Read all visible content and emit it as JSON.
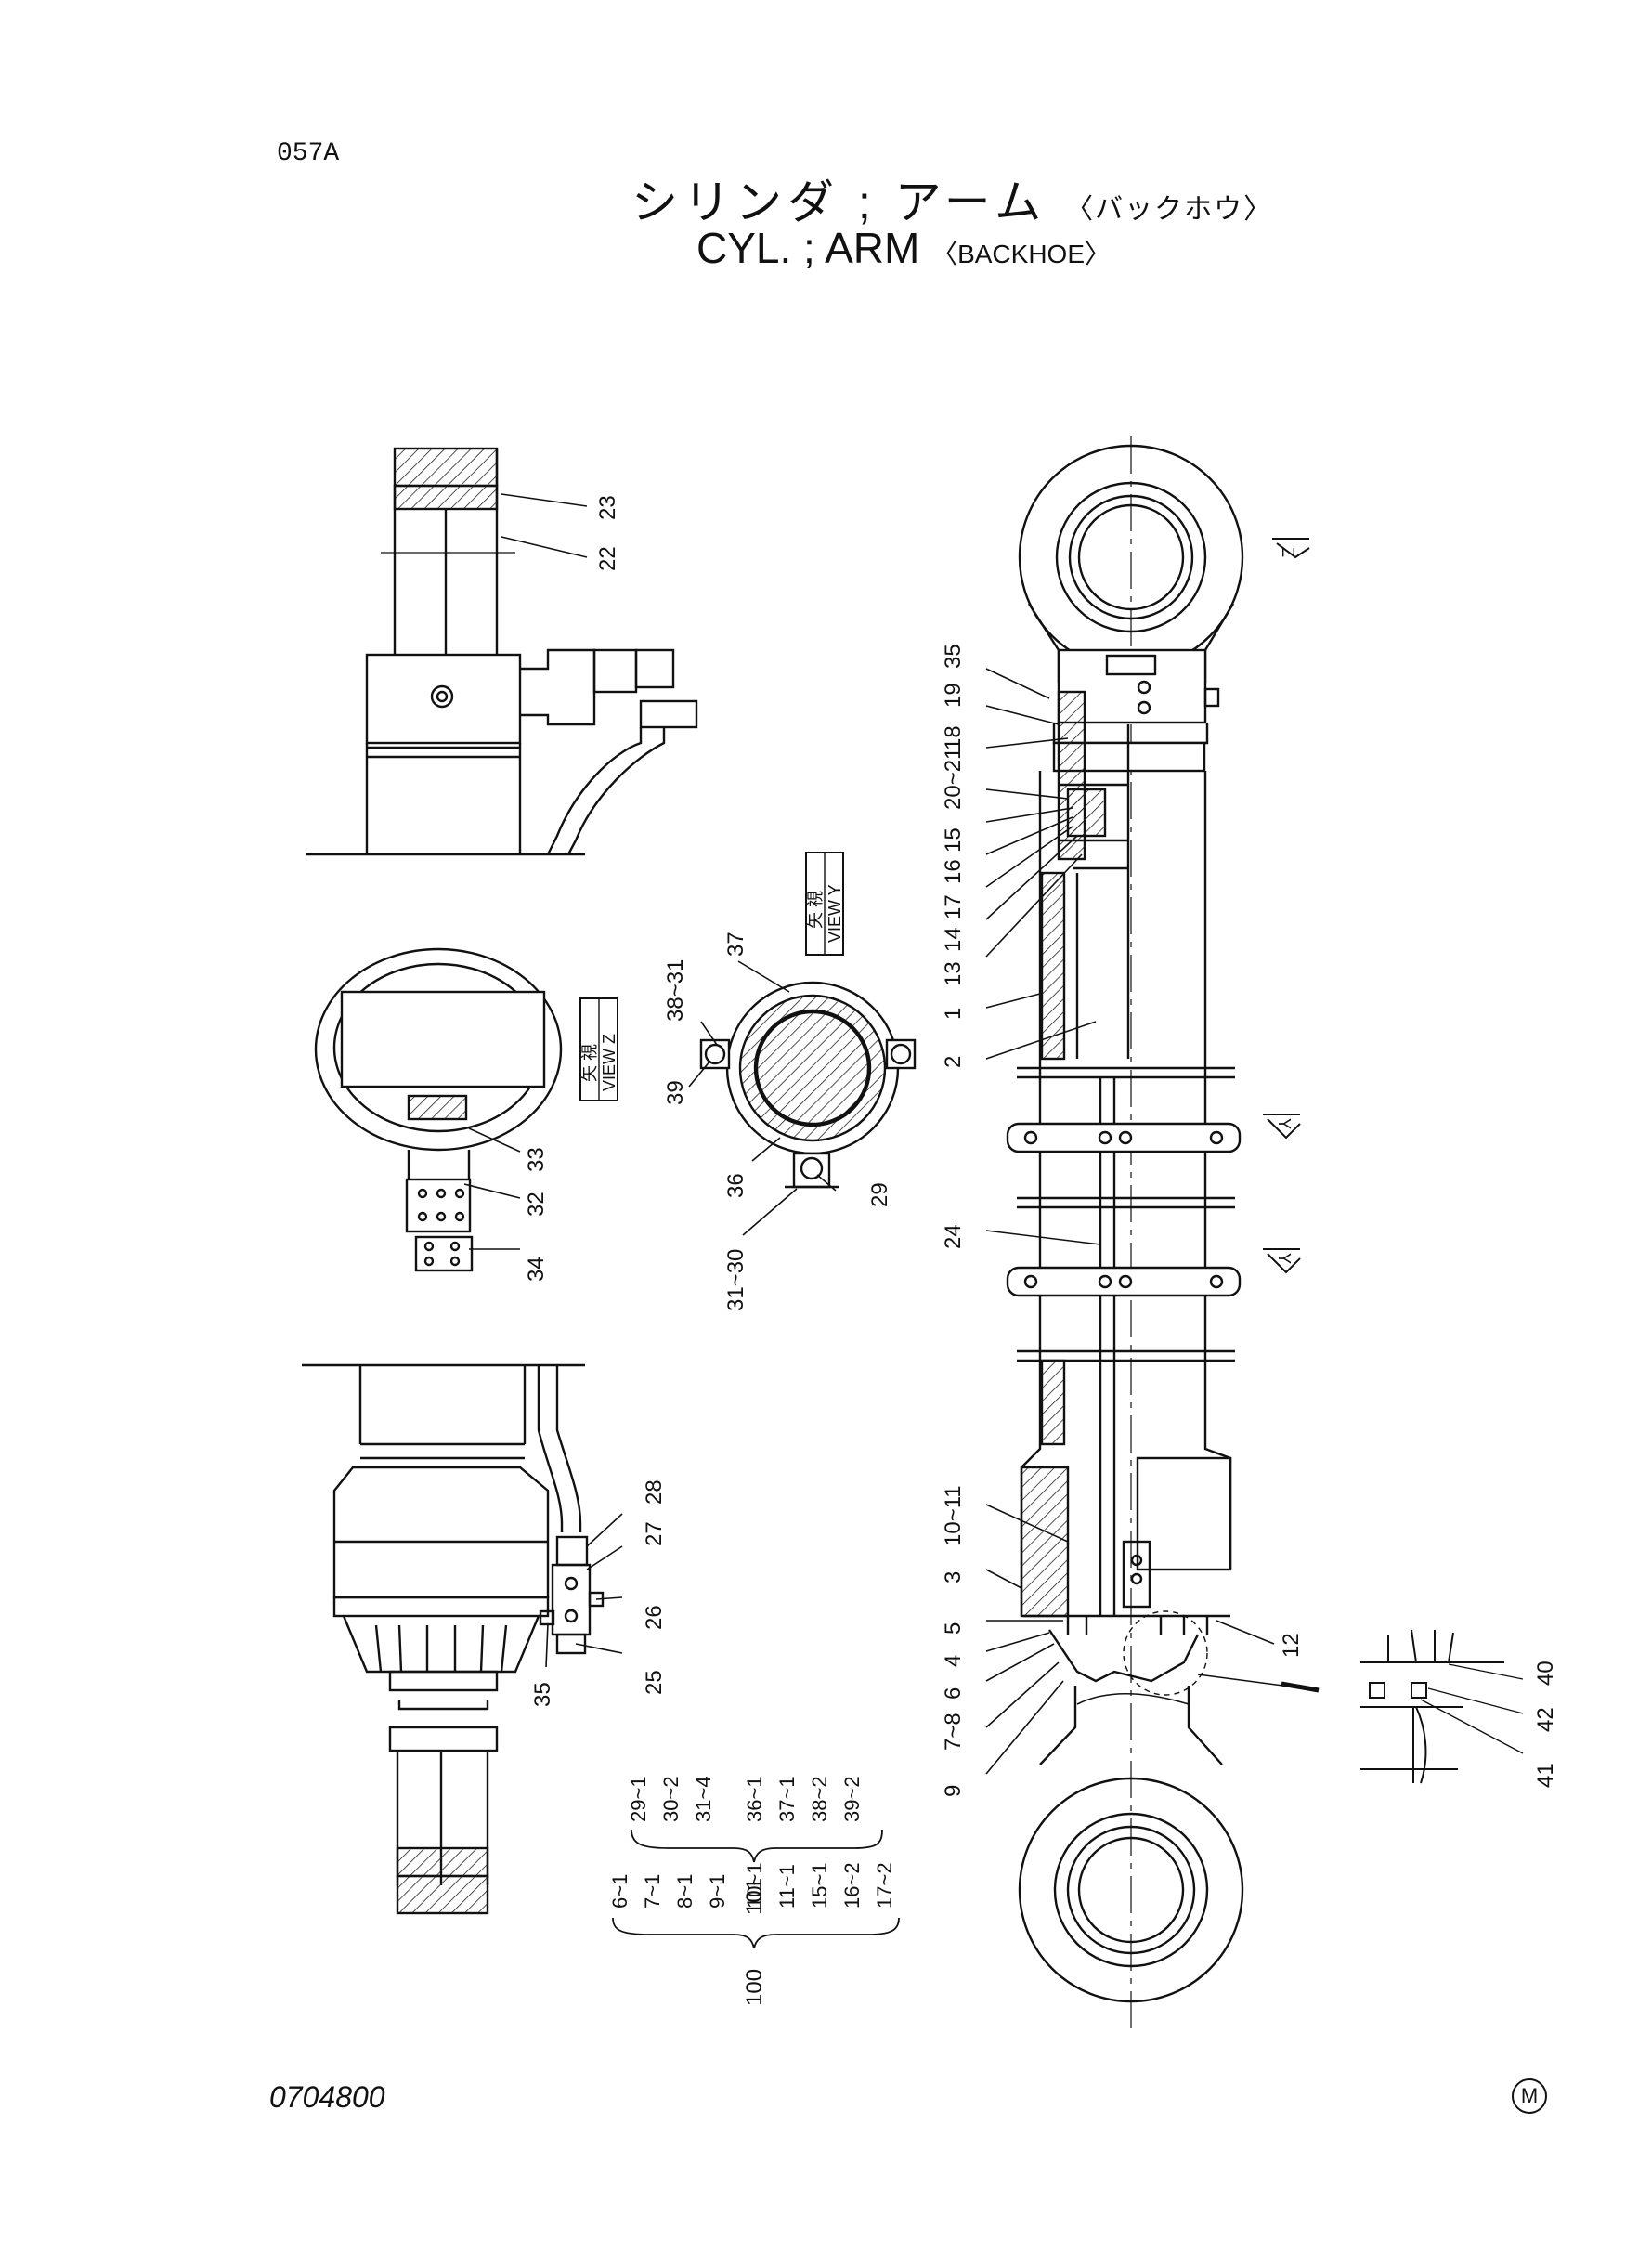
{
  "page_code": "057A",
  "title_jp": "シリンダ ; アーム",
  "title_jp_note": "〈バックホウ〉",
  "title_en": "CYL. ; ARM",
  "title_en_note": "〈BACKHOE〉",
  "drawing_number": "0704800",
  "mark": "M",
  "view_y": {
    "jp": "矢 視",
    "label": "VIEW  Y"
  },
  "view_z": {
    "jp": "矢 視",
    "label": "VIEW  Z"
  },
  "arrow_z": "Z",
  "arrow_y": "Y",
  "callouts": {
    "c23": "23",
    "c22": "22",
    "c35a": "35",
    "c19": "19",
    "c18": "18",
    "c20_21": "20~21",
    "c15": "15",
    "c16": "16",
    "c17": "17",
    "c14": "14",
    "c13": "13",
    "c1": "1",
    "c2": "2",
    "c37": "37",
    "c38_31": "38~31",
    "c39": "39",
    "c36": "36",
    "c29": "29",
    "c31_30": "31~30",
    "c33": "33",
    "c32": "32",
    "c34": "34",
    "c24": "24",
    "c10_11": "10~11",
    "c3": "3",
    "c5": "5",
    "c4": "4",
    "c6": "6",
    "c7_8": "7~8",
    "c9": "9",
    "c12": "12",
    "c40": "40",
    "c42": "42",
    "c41": "41",
    "c28": "28",
    "c27": "27",
    "c26": "26",
    "c25": "25",
    "c35b": "35"
  },
  "kit_101": {
    "label": "101",
    "items": [
      "29~1",
      "30~2",
      "31~4",
      "36~1",
      "37~1",
      "38~2",
      "39~2"
    ]
  },
  "kit_100": {
    "label": "100",
    "items": [
      "6~1",
      "7~1",
      "8~1",
      "9~1",
      "10~1",
      "11~1",
      "15~1",
      "16~2",
      "17~2"
    ]
  }
}
